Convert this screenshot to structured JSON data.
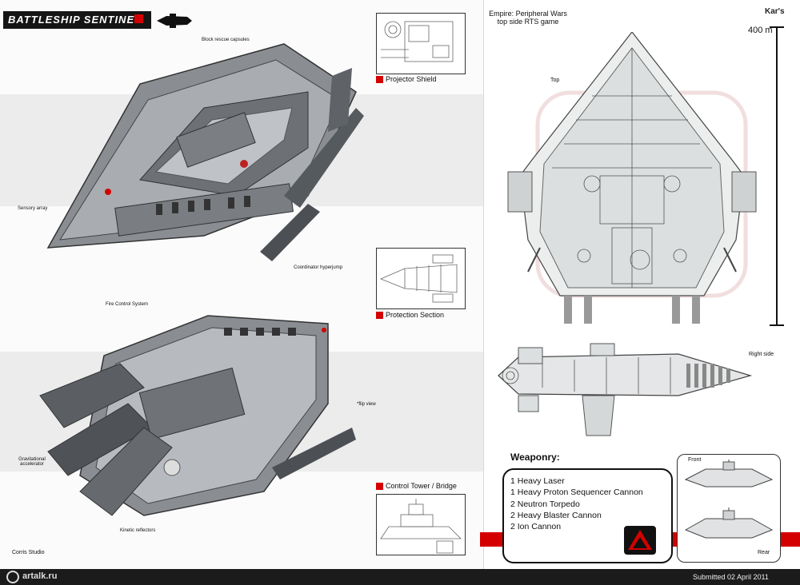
{
  "title": "BATTLESHIP SENTINEL",
  "left_labels": {
    "block_rescue": "Block rescue capsules",
    "sensory_array": "Sensory array",
    "coordinator": "Coordinator hyperjump",
    "fire_control": "Fire Control System",
    "flip_view": "*flip view",
    "gravitational": "Gravitational\naccelerator",
    "kinetic": "Kinetic reflectors",
    "studio": "Corris Studio"
  },
  "insets": {
    "projector_shield": "Projector Shield",
    "protection_section": "Protection Section",
    "control_tower": "Control Tower / Bridge"
  },
  "right": {
    "empire_line1": "Empire: Peripheral Wars",
    "empire_line2": "top side RTS game",
    "logo": "Kar's",
    "scale": "400 m",
    "top_label": "Top",
    "right_side_label": "Right side",
    "front_label": "Front",
    "rear_label": "Rear"
  },
  "weaponry": {
    "title": "Weaponry:",
    "items": [
      "1 Heavy Laser",
      "1 Heavy Proton Sequencer Cannon",
      "2 Neutron Torpedo",
      "2 Heavy Blaster Cannon",
      "2 Ion Cannon"
    ]
  },
  "footer": {
    "site": "artalk.ru",
    "submitted": "Submitted 02 April 2011"
  },
  "colors": {
    "accent_red": "#d40000",
    "dark": "#1b1b1b",
    "band": "#ececec"
  }
}
